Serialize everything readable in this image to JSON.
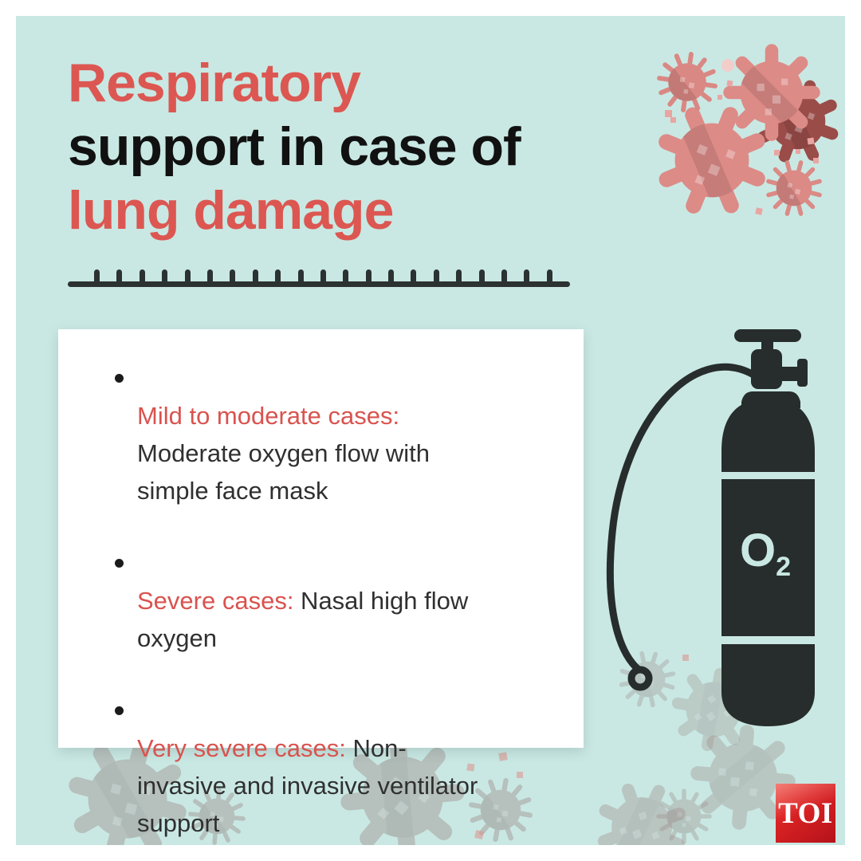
{
  "title": {
    "line1": "Respiratory",
    "line2": "support in case of",
    "line3": "lung damage"
  },
  "bullets": [
    {
      "label": "Mild to moderate cases:",
      "text": "\nModerate oxygen flow with\nsimple face mask"
    },
    {
      "label": "Severe cases:",
      "text": " Nasal high flow\noxygen"
    },
    {
      "label": "Very severe cases:",
      "text": " Non-\ninvasive and invasive ventilator\nsupport"
    }
  ],
  "tank_label": {
    "symbol": "O",
    "subscript": "2"
  },
  "logo": {
    "text": "TOI"
  },
  "icons": {
    "virus": "virus-icon",
    "oxygen_tank": "oxygen-cylinder-icon",
    "ruler": "ruler-divider-icon",
    "logo": "toi-logo"
  },
  "colors": {
    "background": "#c9e8e3",
    "accent_red": "#dc5752",
    "title_dark": "#111111",
    "body_text": "#303030",
    "tank_dark": "#272d2c",
    "virus_pink": "#dd8b87",
    "virus_dark_red": "#9a4c49",
    "virus_faded": "#9d8a87",
    "logo_red": "#c41a1e"
  }
}
